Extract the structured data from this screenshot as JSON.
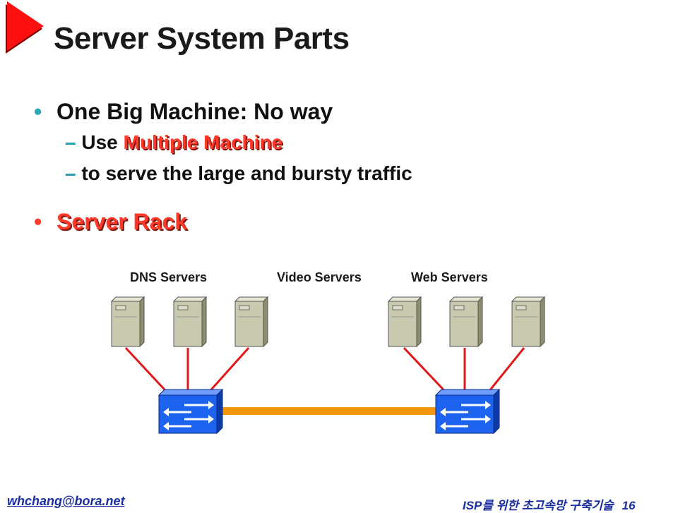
{
  "slide": {
    "title": "Server System Parts",
    "bullets": [
      {
        "text": "One Big Machine: No way"
      }
    ],
    "sub_bullets": [
      {
        "dash": "–",
        "prefix": "Use ",
        "highlight": "Multiple Machine"
      },
      {
        "dash": "–",
        "text": "to serve the large and bursty traffic"
      }
    ],
    "bullet2": {
      "text": "Server Rack"
    }
  },
  "diagram": {
    "labels": {
      "dns": "DNS Servers",
      "video": "Video Servers",
      "web": "Web Servers"
    },
    "colors": {
      "link": "#e01818",
      "trunk": "#f5960f",
      "switch_blue": "#1e63f0",
      "server_beige": "#c9c9b0"
    },
    "icons": [
      "server-tower-icon",
      "network-switch-icon"
    ]
  },
  "footer": {
    "email": "whchang@bora.net",
    "course": "ISP를 위한 초고속망 구축기술",
    "page": "16"
  }
}
